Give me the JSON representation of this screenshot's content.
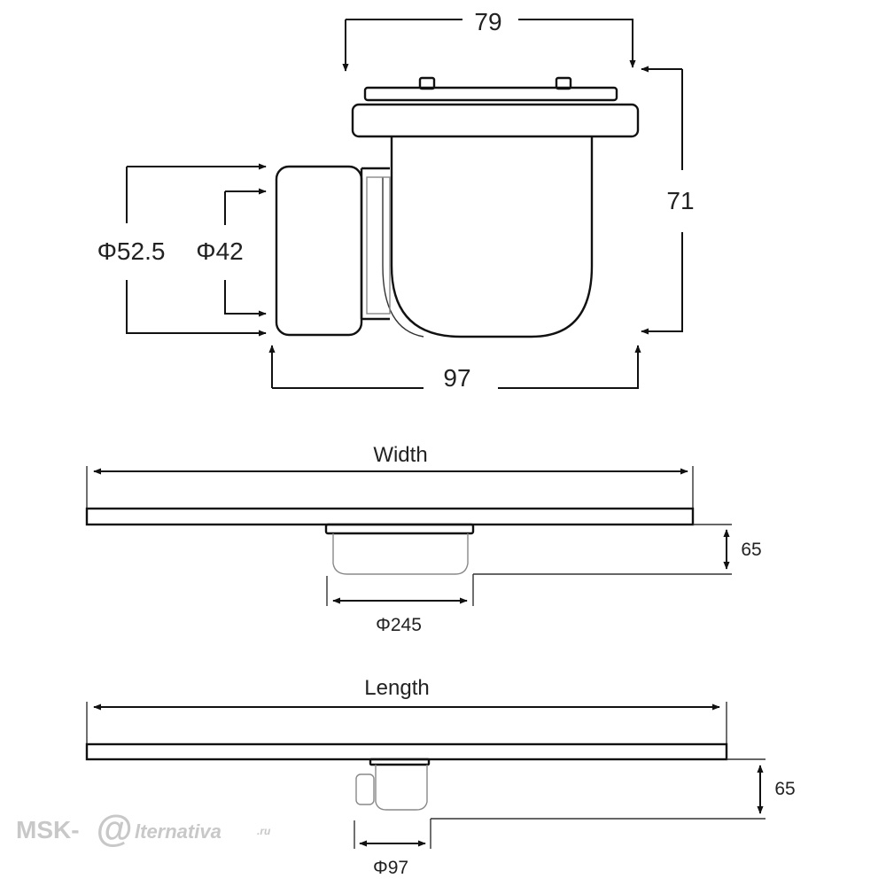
{
  "top_view": {
    "dim_top": "79",
    "dim_right": "71",
    "dim_bottom": "97",
    "dim_outer_dia": "Φ52.5",
    "dim_inner_dia": "Φ42"
  },
  "width_view": {
    "label": "Width",
    "depth": "65",
    "diameter": "Φ245"
  },
  "length_view": {
    "label": "Length",
    "depth": "65",
    "diameter": "Φ97"
  },
  "watermark": {
    "left": "MSK-",
    "at": "@",
    "right": "lternativa",
    "suffix": ".ru"
  },
  "colors": {
    "line": "#111111",
    "text": "#222222",
    "watermark": "#c8c8c8"
  }
}
